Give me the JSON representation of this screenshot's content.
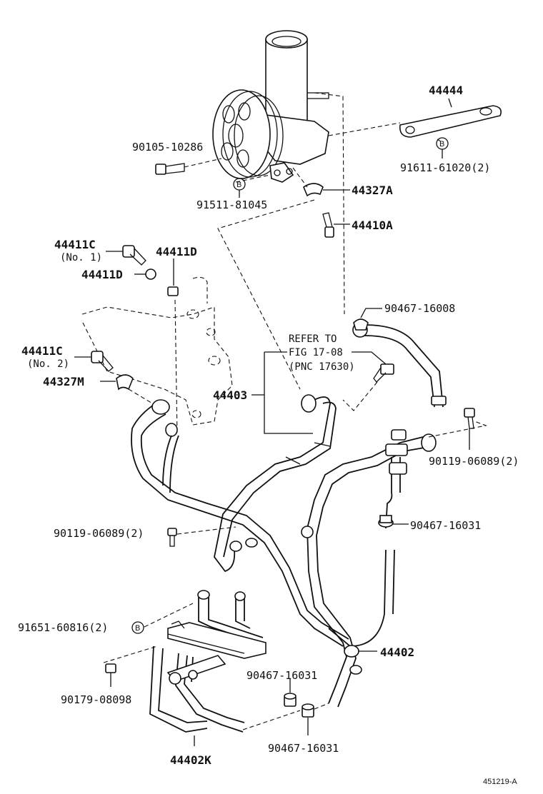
{
  "labels": {
    "p44444": "44444",
    "p9010510286": "90105-10286",
    "p9161161020": "91611-61020(2)",
    "p9151181045": "91511-81045",
    "p44327A": "44327A",
    "p44410A": "44410A",
    "p44411C1": "44411C",
    "p44411C1_sub": "(No. 1)",
    "p44411D_top": "44411D",
    "p44411D_mid": "44411D",
    "p44411C2": "44411C",
    "p44411C2_sub": "(No. 2)",
    "p44327M": "44327M",
    "p44403": "44403",
    "p9046716008": "90467-16008",
    "ref1": "REFER TO",
    "ref2": "FIG 17-08",
    "ref3": "(PNC 17630)",
    "p9011906089_r": "90119-06089(2)",
    "p9046716031_r": "90467-16031",
    "p9011906089_l": "90119-06089(2)",
    "p9165160816": "91651-60816(2)",
    "p44402": "44402",
    "p9017908098": "90179-08098",
    "p9046716031_m": "90467-16031",
    "p9046716031_b": "90467-16031",
    "p44402K": "44402K",
    "callout_b": "B",
    "footer_id": "451219-A"
  }
}
